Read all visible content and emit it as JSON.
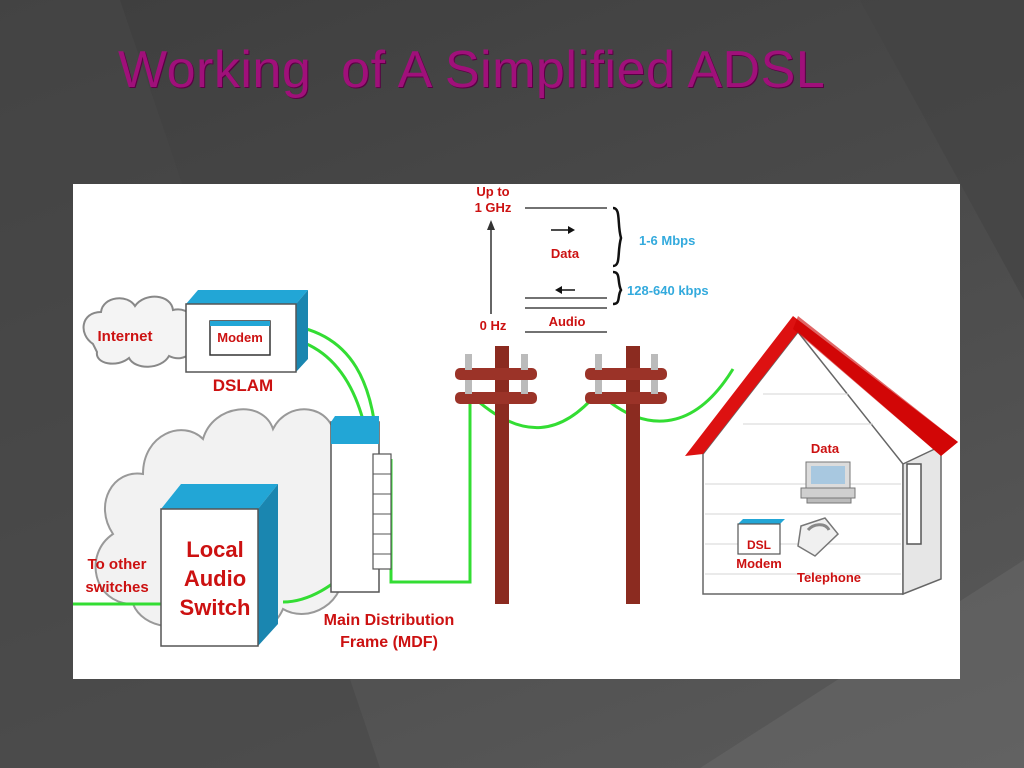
{
  "slide": {
    "title": "Working  of A Simplified ADSL"
  },
  "diagram": {
    "spectrum": {
      "top_label_line1": "Up to",
      "top_label_line2": "1 GHz",
      "bottom_label": "0 Hz",
      "data_label": "Data",
      "audio_label": "Audio",
      "downstream_rate": "1-6 Mbps",
      "upstream_rate": "128-640 kbps"
    },
    "internet_label": "Internet",
    "modem_label": "Modem",
    "dslam_label": "DSLAM",
    "switch_label_line1": "Local",
    "switch_label_line2": "Audio",
    "switch_label_line3": "Switch",
    "other_switches_line1": "To other",
    "other_switches_line2": "switches",
    "mdf_label_line1": "Main Distribution",
    "mdf_label_line2": "Frame (MDF)",
    "house_data_label": "Data",
    "dsl_modem_line1": "DSL",
    "dsl_modem_line2": "Modem",
    "telephone_label": "Telephone"
  },
  "colors": {
    "title": "#a0107a",
    "line_green": "#33dd33",
    "label_red": "#cc1111",
    "rate_cyan": "#33aadd",
    "box_cyan": "#22a6d6",
    "roof_red": "#dd1111",
    "pole_brown": "#8b2b20"
  }
}
